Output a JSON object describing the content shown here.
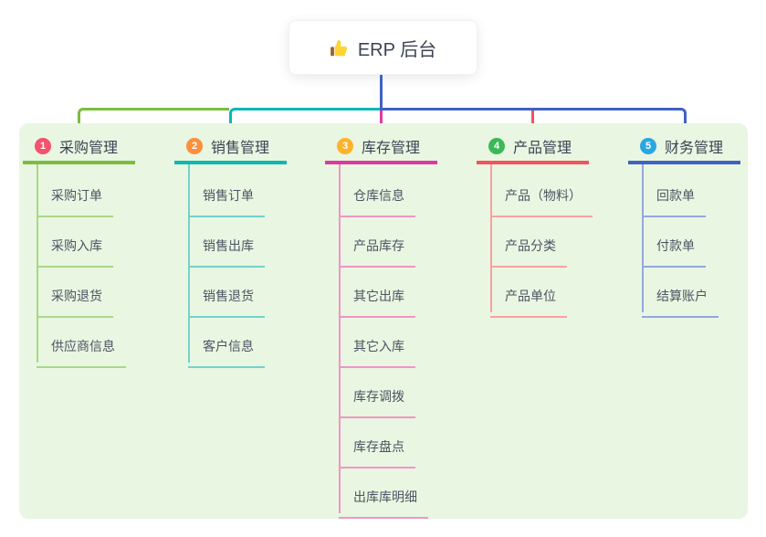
{
  "root": {
    "label": "ERP 后台",
    "icon": "thumbs-up-icon"
  },
  "colors": {
    "panel_bg": "#e9f6e1",
    "root_connector": "#3f62c5",
    "root_text": "#3a4454",
    "child_text": "#4a5563"
  },
  "branches": [
    {
      "badge": "1",
      "badge_color": "#f4526d",
      "line_color": "#7bbd3f",
      "child_line_color": "#a9d78a",
      "label": "采购管理",
      "children": [
        "采购订单",
        "采购入库",
        "采购退货",
        "供应商信息"
      ]
    },
    {
      "badge": "2",
      "badge_color": "#fb8f3d",
      "line_color": "#0cb8b0",
      "child_line_color": "#74d2cc",
      "label": "销售管理",
      "children": [
        "销售订单",
        "销售出库",
        "销售退货",
        "客户信息"
      ]
    },
    {
      "badge": "3",
      "badge_color": "#ffb32a",
      "line_color": "#dc3aa1",
      "child_line_color": "#f095c7",
      "label": "库存管理",
      "children": [
        "仓库信息",
        "产品库存",
        "其它出库",
        "其它入库",
        "库存调拨",
        "库存盘点",
        "出库库明细"
      ]
    },
    {
      "badge": "4",
      "badge_color": "#3bb957",
      "line_color": "#f4525c",
      "child_line_color": "#f8a1a5",
      "label": "产品管理",
      "children": [
        "产品（物料）",
        "产品分类",
        "产品单位"
      ]
    },
    {
      "badge": "5",
      "badge_color": "#2aa7e1",
      "line_color": "#3f62c5",
      "child_line_color": "#93a8e0",
      "label": "财务管理",
      "children": [
        "回款单",
        "付款单",
        "结算账户"
      ]
    }
  ]
}
